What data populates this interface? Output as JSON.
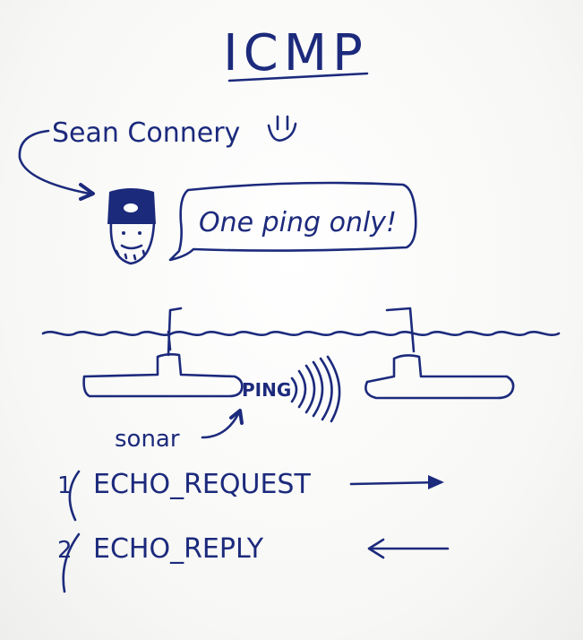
{
  "title": "ICMP",
  "character": {
    "name": "Sean Connery",
    "speech": "One ping only!"
  },
  "sonar_label": "sonar",
  "ping_label": "PING",
  "steps": [
    {
      "number": "1",
      "label": "ECHO_REQUEST"
    },
    {
      "number": "2",
      "label": "ECHO_REPLY"
    }
  ],
  "colors": {
    "ink": "#1c2a7c",
    "paper": "#fdfdfc"
  }
}
